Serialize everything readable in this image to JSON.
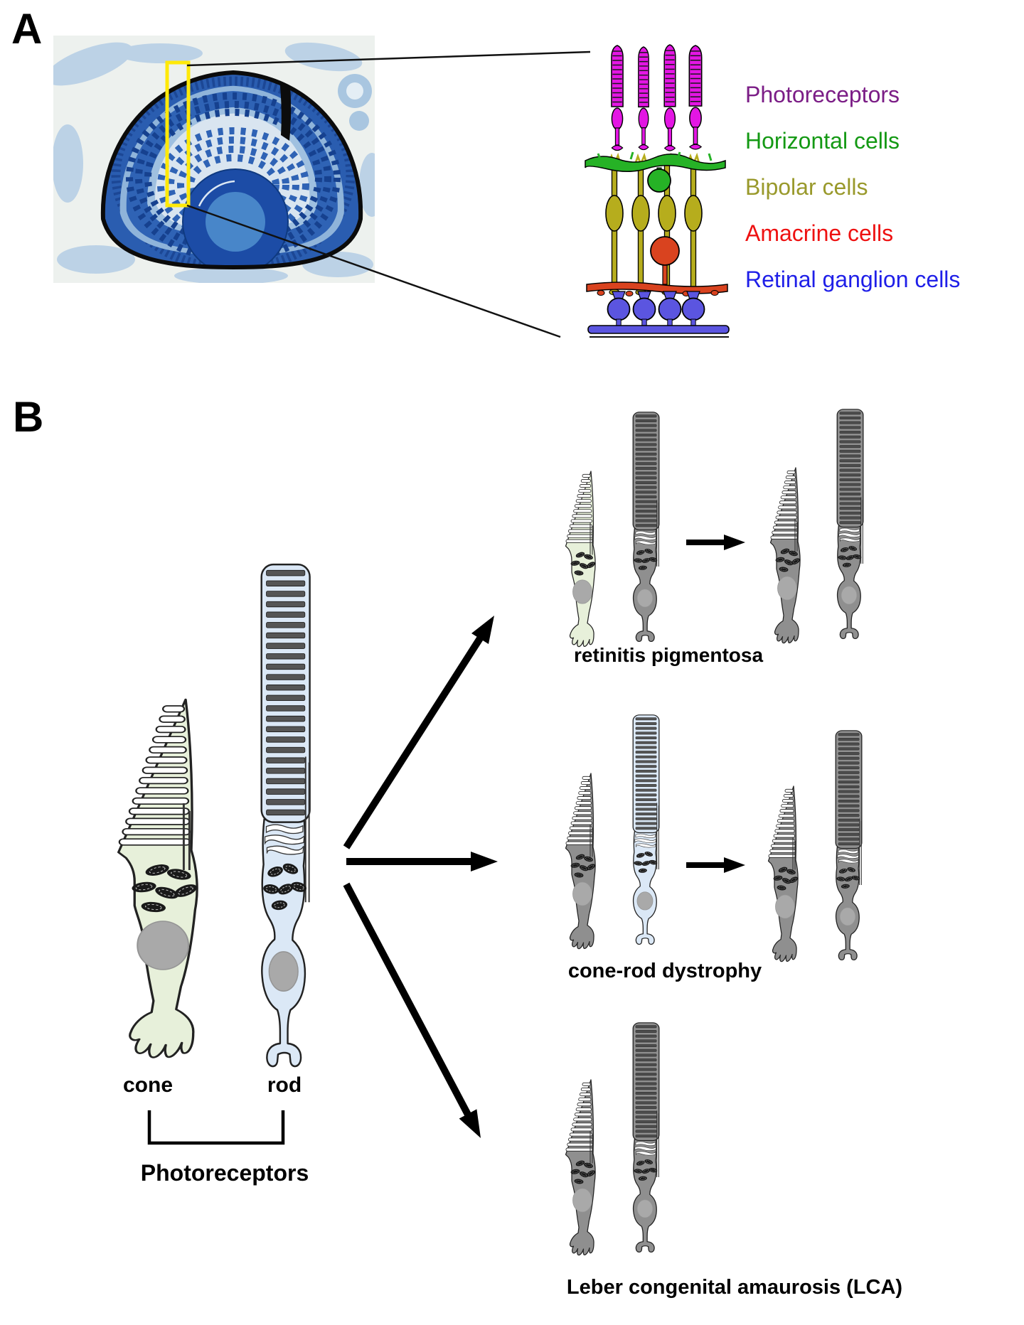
{
  "figure": {
    "panel_a_label": "A",
    "panel_b_label": "B"
  },
  "panel_a": {
    "legend": [
      {
        "label": "Photoreceptors",
        "color": "#7b1d86"
      },
      {
        "label": "Horizontal cells",
        "color": "#149914"
      },
      {
        "label": "Bipolar cells",
        "color": "#99992b"
      },
      {
        "label": "Amacrine cells",
        "color": "#ee1111"
      },
      {
        "label": "Retinal ganglion cells",
        "color": "#1f1fe8"
      }
    ]
  },
  "panel_b": {
    "cone_label": "cone",
    "rod_label": "rod",
    "group_label": "Photoreceptors",
    "diseases": [
      {
        "name": "retinitis pigmentosa"
      },
      {
        "name": "cone-rod dystrophy"
      },
      {
        "name": "Leber congenital amaurosis (LCA)"
      }
    ]
  },
  "colors": {
    "cone_fill": "#e7f0da",
    "rod_fill": "#dbe8f6",
    "degenerated_fill": "#8f8f8f",
    "nucleus_gray": "#a9a9a9",
    "rod_disc": "#555555",
    "lamellae_white": "#ffffff",
    "photoreceptor_magenta": "#e316e3",
    "horizontal_green": "#26b226",
    "bipolar_olive": "#b6ad1d",
    "amacrine_red": "#d9431f",
    "ganglion_blue": "#5b55e0",
    "highlight_yellow": "#ffe908",
    "histology_blue_dark": "#2a5db0",
    "histology_blue_light": "#8fb4da",
    "ink": "#111111"
  }
}
